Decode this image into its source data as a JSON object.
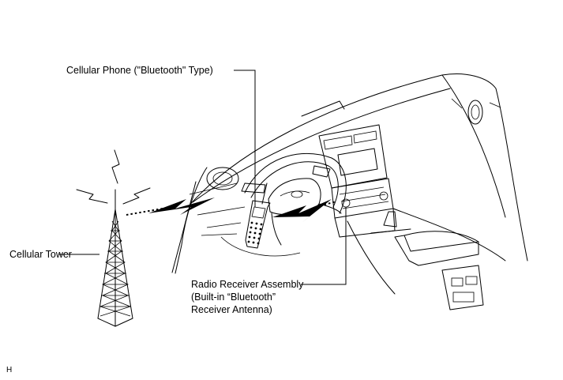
{
  "labels": {
    "phone": "Cellular Phone (\"Bluetooth\" Type)",
    "tower": "Cellular Tower",
    "radio": [
      "Radio Receiver Assembly",
      "(Built-in “Bluetooth”",
      "Receiver Antenna)"
    ],
    "code": "H"
  }
}
